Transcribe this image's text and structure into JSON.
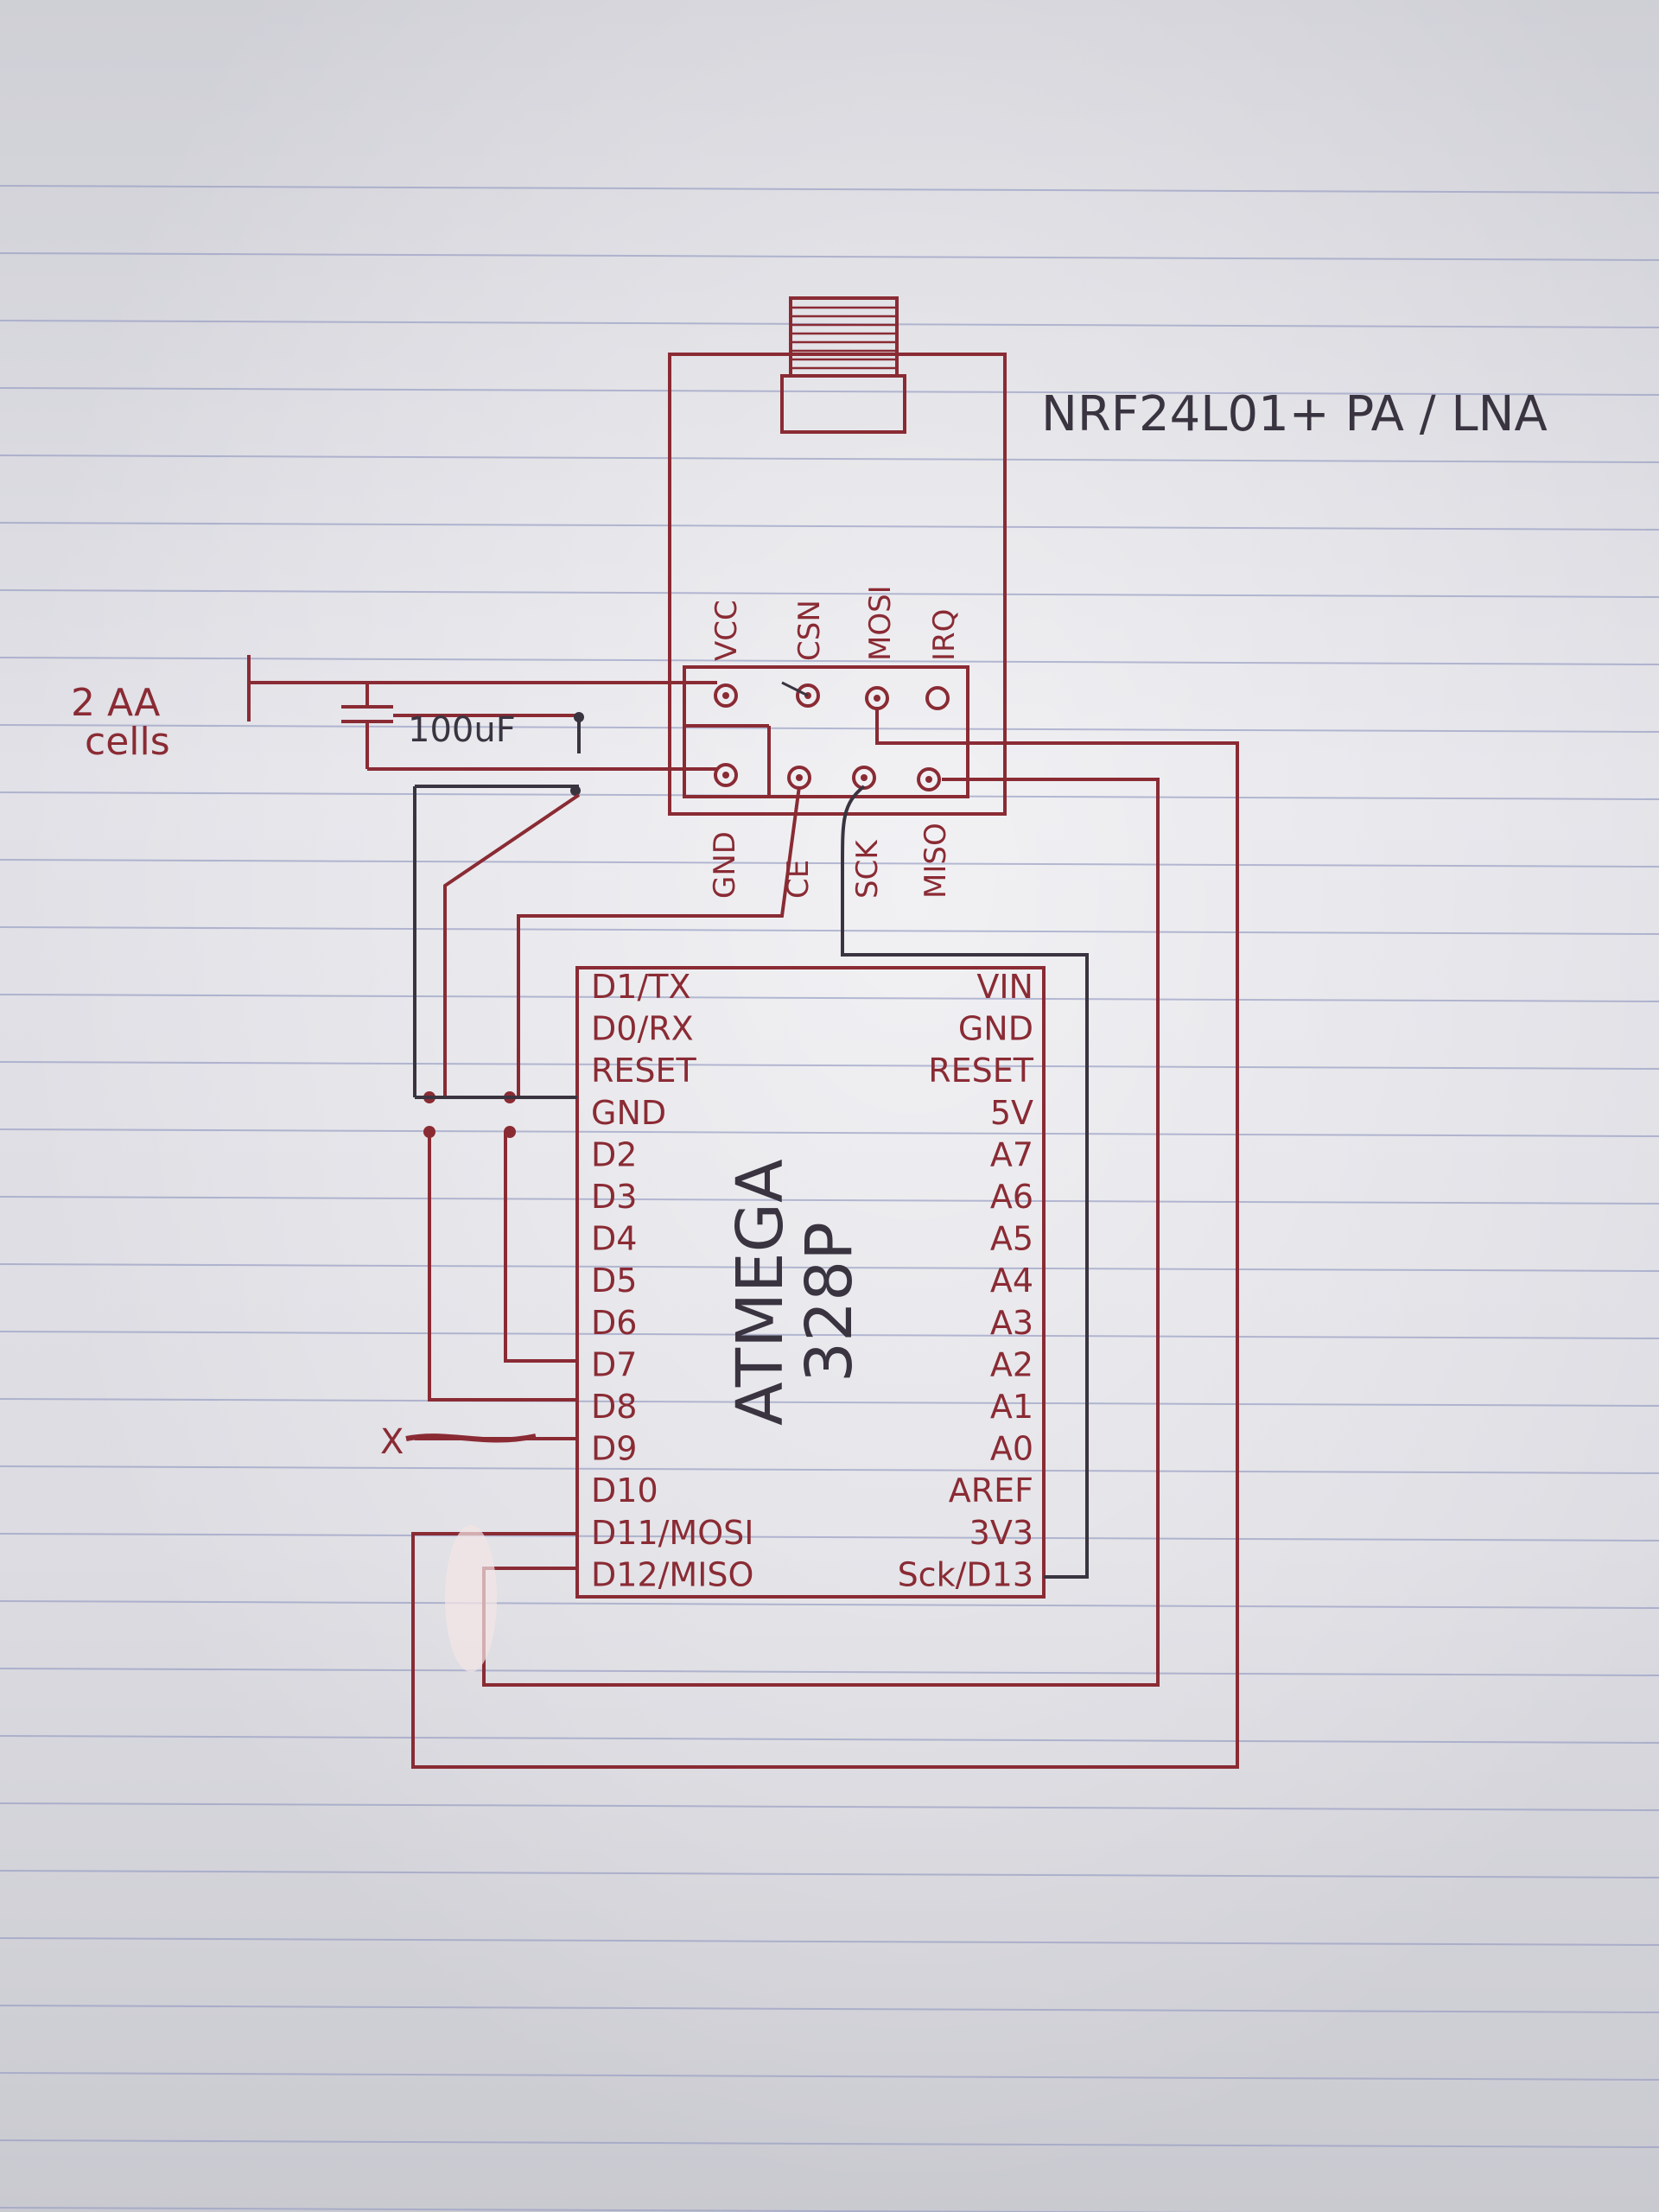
{
  "module": {
    "title": "NRF24L01+ PA / LNA",
    "pins_top": [
      "VCC",
      "CSN",
      "MOSI",
      "IRQ"
    ],
    "pins_bottom": [
      "GND",
      "CE",
      "SCK",
      "MISO"
    ]
  },
  "battery": {
    "label_line1": "2 AA",
    "label_line2": "cells"
  },
  "capacitor": {
    "label": "100uF"
  },
  "mcu": {
    "label_line1": "ATMEGA",
    "label_line2": "328P",
    "left_pins": [
      "D1/TX",
      "D0/RX",
      "RESET",
      "GND",
      "D2",
      "D3",
      "D4",
      "D5",
      "D6",
      "D7",
      "D8",
      "D9",
      "D10",
      "D11/MOSI",
      "D12/MISO"
    ],
    "right_pins": [
      "VIN",
      "GND",
      "RESET",
      "5V",
      "A7",
      "A6",
      "A5",
      "A4",
      "A3",
      "A2",
      "A1",
      "A0",
      "AREF",
      "3V3",
      "Sck/D13"
    ]
  },
  "marks": {
    "crossed_out": "X"
  },
  "colors": {
    "ink": "#8a2b34",
    "dark_ink": "#3a3440",
    "ruling": "#9aa0c4"
  }
}
